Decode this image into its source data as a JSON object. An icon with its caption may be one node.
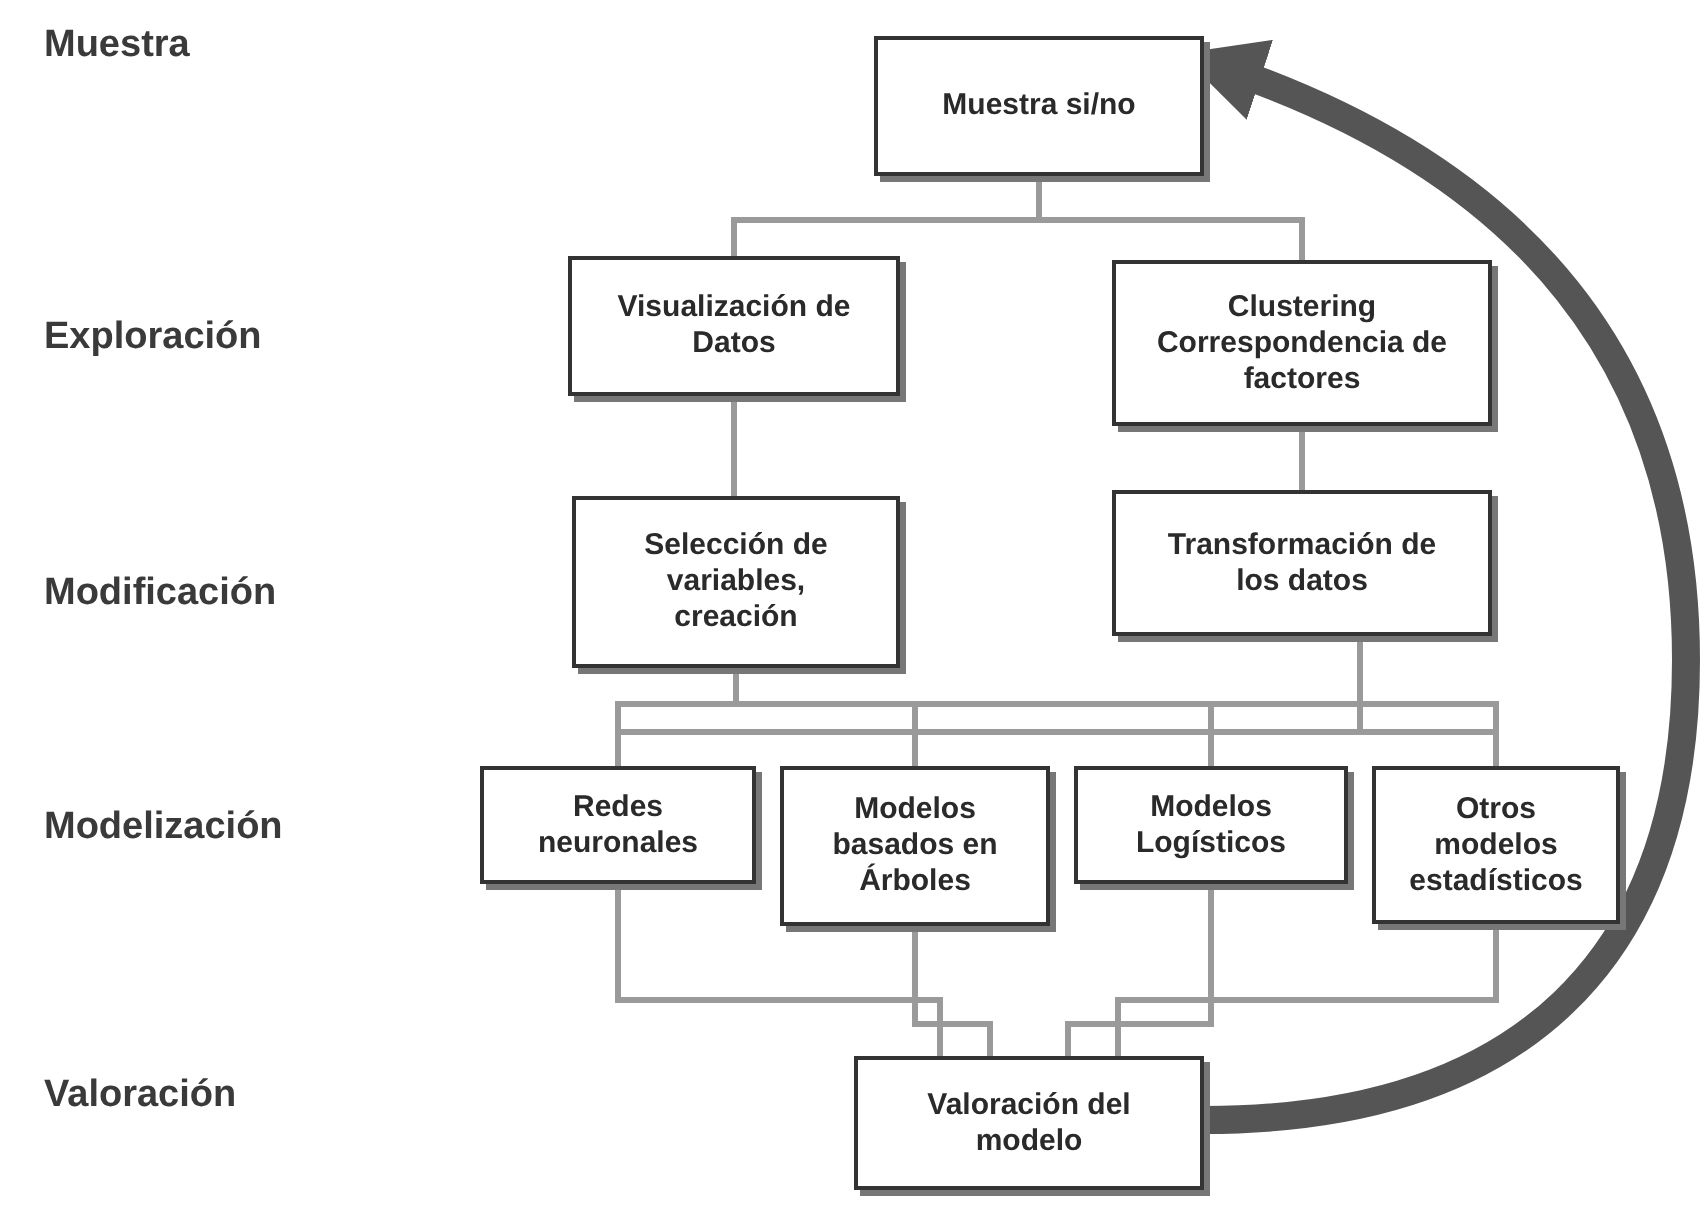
{
  "diagram": {
    "nodes": [
      {
        "text": [
          "Muestra si/no"
        ]
      },
      {
        "text": [
          "Visualización de Datos"
        ]
      },
      {
        "text": [
          "Clustering Correspondencia de factores"
        ]
      },
      {
        "text": [
          "Selección de variables, creación"
        ]
      },
      {
        "text": [
          "Transformación de los datos"
        ]
      },
      {
        "text": [
          "Redes neuronales"
        ]
      },
      {
        "text": [
          "Modelos basados en Árboles"
        ]
      },
      {
        "text": [
          "Modelos Logísticos"
        ]
      },
      {
        "text": [
          "Otros modelos estadísticos"
        ]
      },
      {
        "text": [
          "Valoración del modelo"
        ]
      }
    ],
    "edges": [
      {
        "from": 0,
        "to": 1,
        "arrow": "none"
      },
      {
        "from": 0,
        "to": 2,
        "arrow": "none"
      },
      {
        "from": 1,
        "to": 3,
        "arrow": "none"
      },
      {
        "from": 2,
        "to": 4,
        "arrow": "none"
      },
      {
        "from": 3,
        "to": 5,
        "arrow": "none"
      },
      {
        "from": 3,
        "to": 6,
        "arrow": "none"
      },
      {
        "from": 3,
        "to": 7,
        "arrow": "none"
      },
      {
        "from": 3,
        "to": 8,
        "arrow": "none"
      },
      {
        "from": 4,
        "to": 5,
        "arrow": "none"
      },
      {
        "from": 4,
        "to": 6,
        "arrow": "none"
      },
      {
        "from": 4,
        "to": 7,
        "arrow": "none"
      },
      {
        "from": 4,
        "to": 8,
        "arrow": "none"
      },
      {
        "from": 5,
        "to": 9,
        "arrow": "none"
      },
      {
        "from": 6,
        "to": 9,
        "arrow": "none"
      },
      {
        "from": 7,
        "to": 9,
        "arrow": "none"
      },
      {
        "from": 8,
        "to": 9,
        "arrow": "none"
      },
      {
        "from": 9,
        "to": 0,
        "arrow": "to",
        "style": "thick",
        "color": "#555555"
      }
    ],
    "labels": [
      "Muestra",
      "Exploración",
      "Modificación",
      "Modelización",
      "Valoración"
    ]
  }
}
